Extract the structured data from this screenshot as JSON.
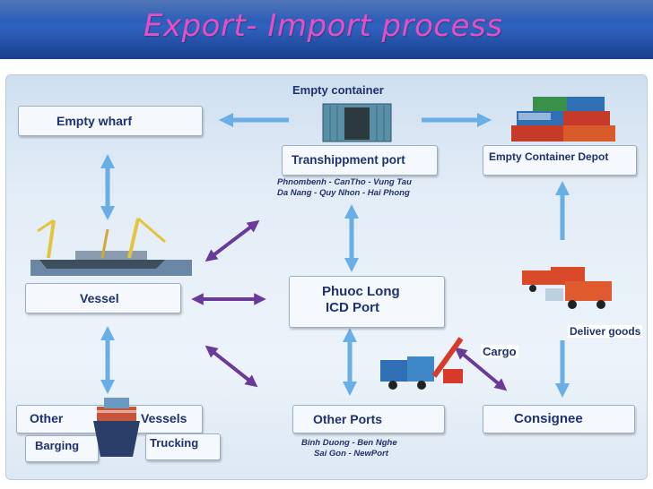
{
  "title": "Export- Import process",
  "nodes": {
    "empty_wharf": "Empty wharf",
    "empty_container": "Empty container",
    "transhipment_port": "Transhippment port",
    "empty_container_depot": "Empty Container Depot",
    "vessel": "Vessel",
    "phuoc_long_line1": "Phuoc Long",
    "phuoc_long_line2": "ICD Port",
    "deliver_goods": "Deliver goods",
    "cargo": "Cargo",
    "other": "Other",
    "vessels": "Vessels",
    "barging": "Barging",
    "trucking": "Trucking",
    "other_ports": "Other Ports",
    "consignee": "Consignee"
  },
  "notes": {
    "transhipment_line1": "Phnombenh - CanTho - Vung Tau",
    "transhipment_line2": "Da Nang - Quy Nhon - Hai Phong",
    "other_ports_line1": "Binh Duong - Ben Nghe",
    "other_ports_line2": "Sai Gon - NewPort"
  },
  "colors": {
    "title": "#e84ec4",
    "header": "#2f63c0",
    "blue_arrow": "#6aaee6",
    "purple_arrow": "#6a3a9a",
    "label_text": "#1e3170"
  }
}
